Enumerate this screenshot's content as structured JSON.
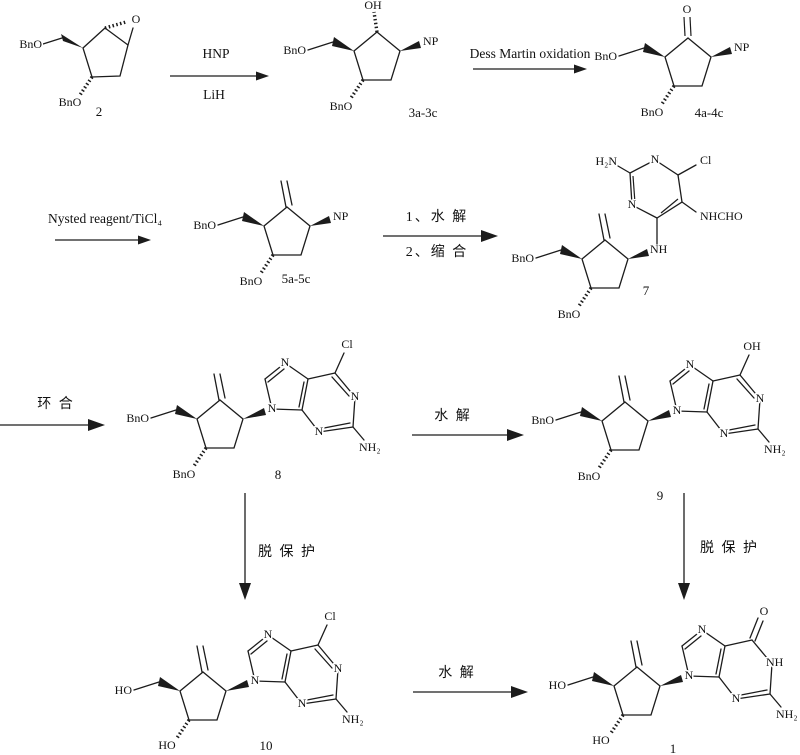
{
  "scheme": {
    "kind": "chemical-reaction-scheme",
    "atoms": {
      "bno": "BnO",
      "ho": "HO",
      "oh": "OH",
      "np": "NP",
      "o": "O",
      "n": "N",
      "nh": "NH",
      "h2n": "H₂N",
      "nh2": "NH₂",
      "cl": "Cl",
      "nhcho": "NHCHO"
    },
    "compounds": {
      "c2": "2",
      "c3": "3a-3c",
      "c4": "4a-4c",
      "c5": "5a-5c",
      "c7": "7",
      "c8": "8",
      "c9": "9",
      "c10": "10",
      "c1": "1"
    },
    "steps": {
      "step1": {
        "above": "HNP",
        "below": "LiH"
      },
      "step2": {
        "above": "Dess Martin oxidation"
      },
      "step3": {
        "above": "Nysted reagent/TiCl₄"
      },
      "step4": {
        "above": "1、水 解",
        "below": "2、缩 合"
      },
      "step5": {
        "label": "环 合"
      },
      "step6": {
        "label": "水 解"
      },
      "step7": {
        "label": "脱 保 护"
      },
      "step8": {
        "label": "脱 保 护"
      },
      "step9": {
        "label": "水 解"
      }
    }
  }
}
